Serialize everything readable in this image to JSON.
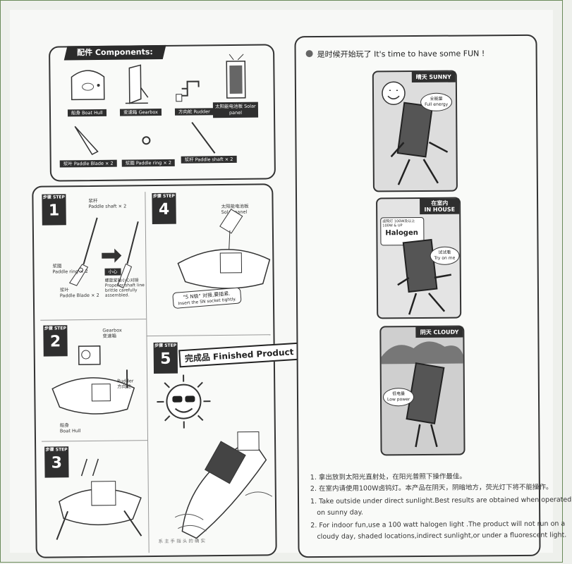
{
  "components": {
    "title": "配件 Components:",
    "items": [
      {
        "label": "船身 Boat Hull",
        "icon": "boat-hull-icon"
      },
      {
        "label": "变速箱 Gearbox",
        "icon": "gearbox-icon"
      },
      {
        "label": "方向舵 Rudder",
        "icon": "rudder-icon"
      },
      {
        "label": "太阳能电池板 Solar panel",
        "icon": "solar-panel-icon"
      },
      {
        "label": "浆叶 Paddle Blade × 2",
        "icon": "paddle-blade-icon"
      },
      {
        "label": "浆圈 Paddle ring × 2",
        "icon": "paddle-ring-icon"
      },
      {
        "label": "浆杆 Paddle shaft × 2",
        "icon": "paddle-shaft-icon"
      }
    ]
  },
  "steps": {
    "step_label": "步骤 STEP",
    "s1": {
      "num": "1",
      "shaft": "浆杆\nPaddle shaft × 2",
      "ring": "浆圈\nPaddle ring × 2",
      "blade": "浆叶\nPaddle Blade × 2",
      "caution": "小心",
      "note": "螺旋桨轴小心对接\nPropeller shaft line\nbrittle carefully\nassembled."
    },
    "s2": {
      "num": "2",
      "gearbox": "Gearbox\n变速箱",
      "rudder": "Rudder\n方向舵",
      "hull": "船身\nBoat Hull"
    },
    "s3": {
      "num": "3",
      "note": "系 主 手 指 头 的 确 实"
    },
    "s4": {
      "num": "4",
      "solar": "太阳能电池板\nSolar panel",
      "socket_cn": "\"S N极\" 对接,要插紧.",
      "socket_en": "Insert the SN socket tightly."
    },
    "s5": {
      "num": "5",
      "finished": "完成品 Finished Product !"
    }
  },
  "fun": {
    "title": "是时候开始玩了 It's time to have some FUN !",
    "sunny": {
      "label": "晴天 SUNNY",
      "bubble": "全能量\nFull energy"
    },
    "house": {
      "label": "在室内\nIN HOUSE",
      "halogen_top": "卤钨灯 100W及以上\n100W & UP",
      "halogen": "Halogen",
      "bubble": "试试看\nTry on me"
    },
    "cloudy": {
      "label": "阴天 CLOUDY",
      "bubble": "低电量\nLow power"
    }
  },
  "instructions": [
    "1. 拿出放到太阳光直射处，在阳光普照下操作最佳。",
    "2. 在室内请使用100W卤钨灯。本产品在阴天，阴暗地方，荧光灯下将不能操作。",
    "1. Take outside under direct sunlight.Best results are obtained when operated",
    "   on sunny day.",
    "2. For indoor fun,use a 100 watt halogen light .The product will not run on a",
    "   cloudy day, shaded locations,indirect sunlight,or under a fluorescent light."
  ]
}
